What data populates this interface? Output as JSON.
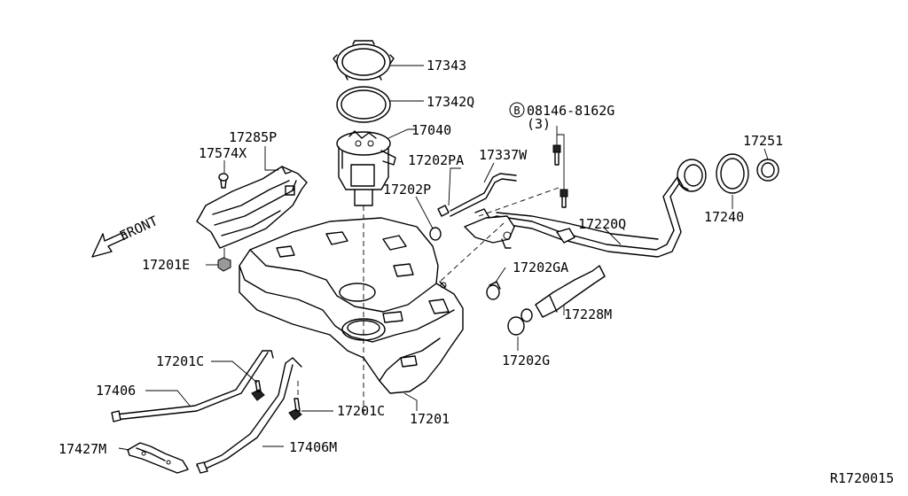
{
  "labels": {
    "p17343": "17343",
    "p17342Q": "17342Q",
    "p17040": "17040",
    "p08146": "08146-8162G",
    "bolt_marker": "B",
    "bolt_qty": "(3)",
    "p17285P": "17285P",
    "p17574X": "17574X",
    "p17202PA": "17202PA",
    "p17337W": "17337W",
    "p17202P": "17202P",
    "p17251": "17251",
    "p17240": "17240",
    "p17220Q": "17220Q",
    "p17201E": "17201E",
    "p17202GA": "17202GA",
    "p17228M": "17228M",
    "p17202G": "17202G",
    "p17201C_a": "17201C",
    "p17406": "17406",
    "p17201C_b": "17201C",
    "p17201": "17201",
    "p17427M": "17427M",
    "p17406M": "17406M",
    "front": "FRONT",
    "ref": "R1720015"
  }
}
